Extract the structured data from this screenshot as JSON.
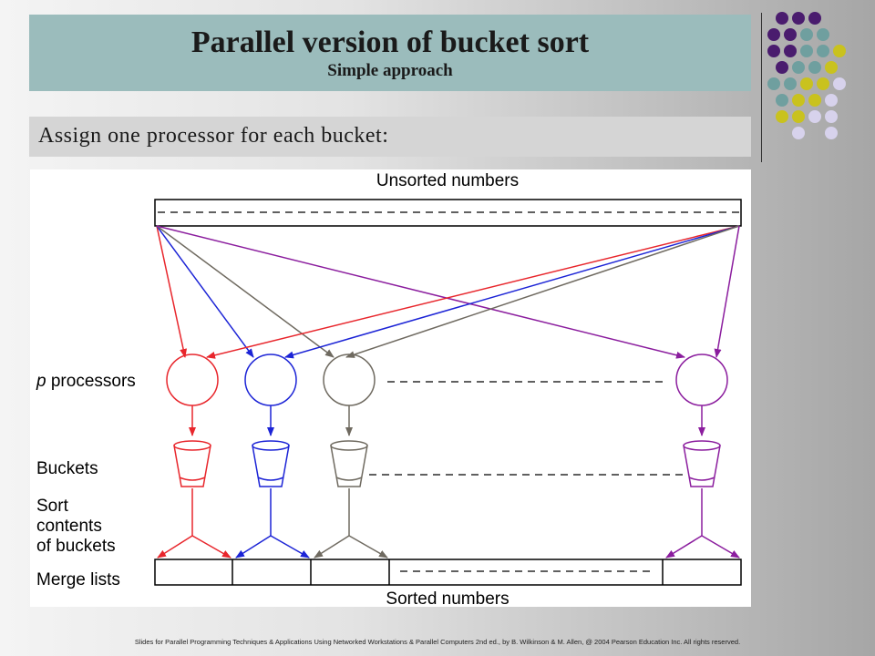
{
  "slide": {
    "title": "Parallel version of bucket sort",
    "subtitle": "Simple approach",
    "subheading": "Assign one processor for each bucket:",
    "footer": "Slides for Parallel Programming Techniques & Applications Using Networked Workstations & Parallel Computers 2nd ed., by B. Wilkinson & M. Allen, @ 2004 Pearson Education Inc. All rights reserved."
  },
  "diagram": {
    "top_label": "Unsorted numbers",
    "bottom_label": "Sorted numbers",
    "row_labels": {
      "processors_italic": "p",
      "processors_rest": " processors",
      "buckets": "Buckets",
      "sort_line1": "Sort",
      "sort_line2": "contents",
      "sort_line3": "of buckets",
      "merge": "Merge lists"
    },
    "colors": [
      "#e8262c",
      "#1c24d6",
      "#6f6a60",
      "#8b1d9e"
    ]
  },
  "decoration": {
    "dot_colors": {
      "purple": "#4a1c6e",
      "teal": "#6f9f9f",
      "yellow": "#c9c21e",
      "lavender": "#d7d2ec"
    }
  }
}
